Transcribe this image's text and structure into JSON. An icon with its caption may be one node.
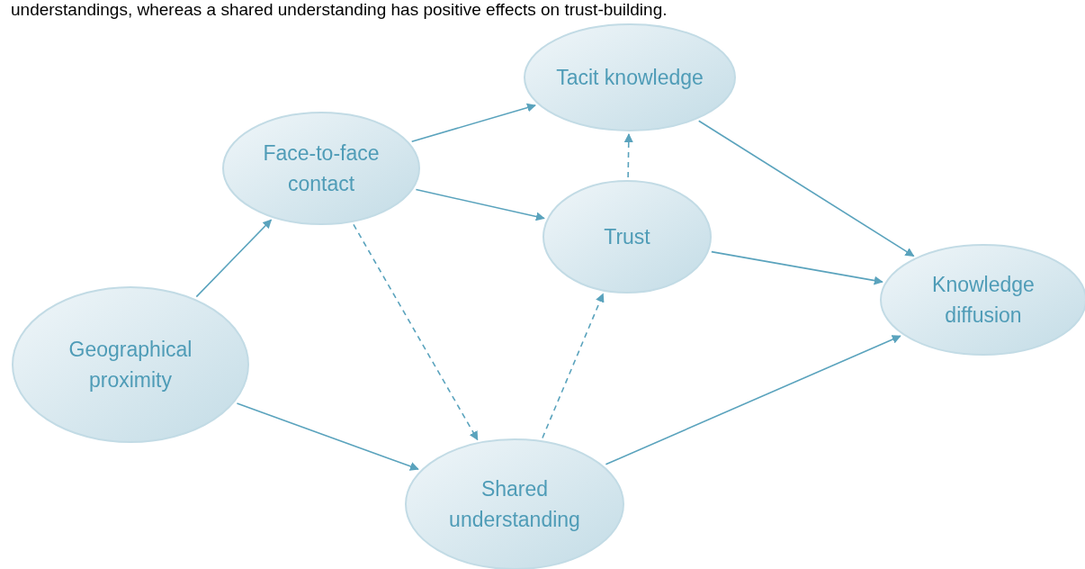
{
  "diagram": {
    "nodes": [
      {
        "text": [
          "Tacit knowledge"
        ]
      },
      {
        "text": [
          "Face-to-face contact"
        ]
      },
      {
        "text": [
          "Trust"
        ]
      },
      {
        "text": [
          "Knowledge diffusion"
        ]
      },
      {
        "text": [
          "Geographical proximity"
        ]
      },
      {
        "text": [
          "Shared understanding"
        ]
      }
    ],
    "edges": [
      {
        "from": 4,
        "to": 1,
        "arrow": "to"
      },
      {
        "from": 4,
        "to": 5,
        "arrow": "to"
      },
      {
        "from": 1,
        "to": 0,
        "arrow": "to"
      },
      {
        "from": 1,
        "to": 2,
        "arrow": "to"
      },
      {
        "from": 1,
        "to": 5,
        "arrow": "to",
        "style": "dashed"
      },
      {
        "from": 5,
        "to": 2,
        "arrow": "to",
        "style": "dashed"
      },
      {
        "from": 2,
        "to": 0,
        "arrow": "to",
        "style": "dashed"
      },
      {
        "from": 0,
        "to": 3,
        "arrow": "to"
      },
      {
        "from": 2,
        "to": 3,
        "arrow": "to"
      },
      {
        "from": 5,
        "to": 3,
        "arrow": "to"
      }
    ],
    "labels": [
      "understandings, whereas a shared understanding has positive effects on trust-building."
    ]
  }
}
